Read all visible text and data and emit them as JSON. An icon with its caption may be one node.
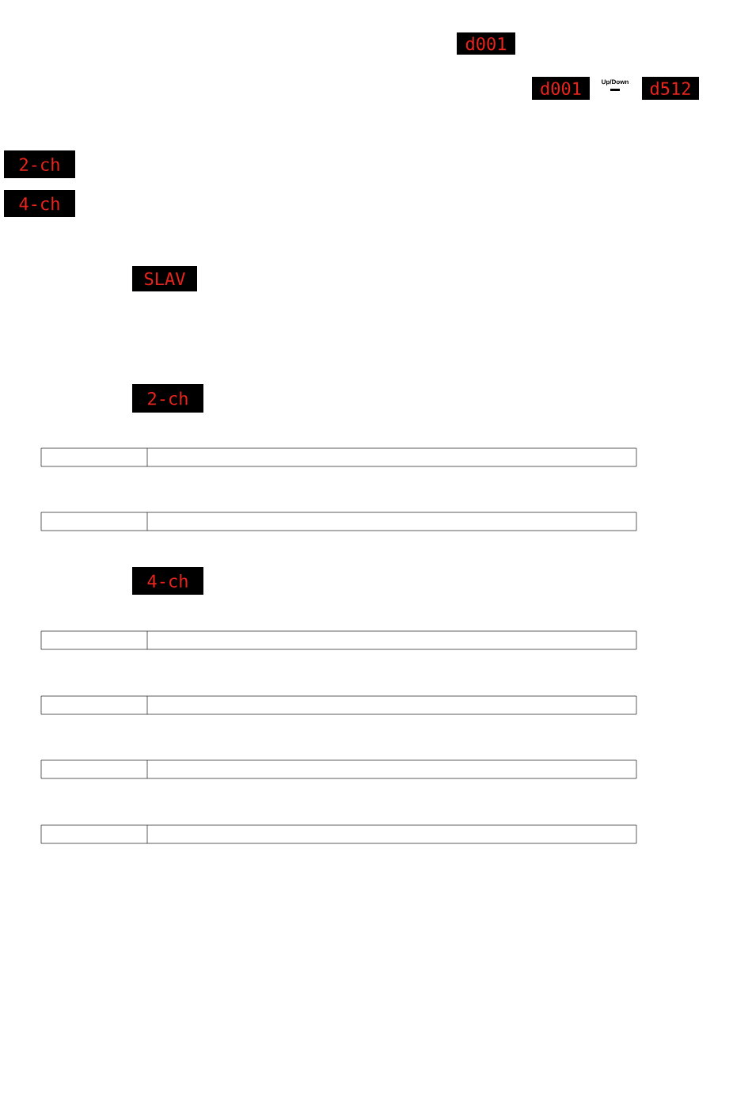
{
  "diagram": {
    "nodes": [
      {
        "text": [
          "d001"
        ]
      },
      {
        "text": [
          "d001"
        ]
      },
      {
        "text": [
          "d512"
        ]
      },
      {
        "text": [
          "2-ch"
        ]
      },
      {
        "text": [
          "4-ch"
        ]
      },
      {
        "text": [
          "SLAV"
        ]
      },
      {
        "text": [
          "2-ch"
        ]
      },
      {
        "text": [
          "4-ch"
        ]
      }
    ],
    "labels": [
      "Up/Down"
    ]
  }
}
